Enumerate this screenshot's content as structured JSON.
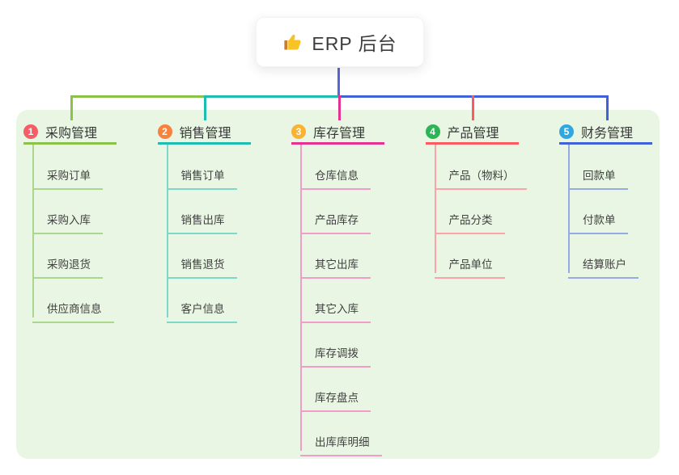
{
  "root": {
    "title": "ERP 后台",
    "icon": "thumbs-up-icon",
    "stem_color": "#5566d6"
  },
  "canvas": {
    "background_color": "#ffffff",
    "panel_color": "#e8f6e3"
  },
  "branches": [
    {
      "num": "1",
      "label": "采购管理",
      "badge_color": "#f65e67",
      "line_color": "#8bc34a",
      "child_line_color": "#abd68d",
      "children": [
        "采购订单",
        "采购入库",
        "采购退货",
        "供应商信息"
      ]
    },
    {
      "num": "2",
      "label": "销售管理",
      "badge_color": "#f9813e",
      "line_color": "#1fbcb2",
      "child_line_color": "#7fd6cb",
      "children": [
        "销售订单",
        "销售出库",
        "销售退货",
        "客户信息"
      ]
    },
    {
      "num": "3",
      "label": "库存管理",
      "badge_color": "#f9b231",
      "line_color": "#e5318f",
      "child_line_color": "#f19cc9",
      "children": [
        "仓库信息",
        "产品库存",
        "其它出库",
        "其它入库",
        "库存调拨",
        "库存盘点",
        "出库库明细"
      ]
    },
    {
      "num": "4",
      "label": "产品管理",
      "badge_color": "#2db456",
      "line_color": "#fa5b60",
      "child_line_color": "#fba3a6",
      "children": [
        "产品（物料）",
        "产品分类",
        "产品单位"
      ]
    },
    {
      "num": "5",
      "label": "财务管理",
      "badge_color": "#2fa7e1",
      "line_color": "#4161d8",
      "child_line_color": "#97abe3",
      "children": [
        "回款单",
        "付款单",
        "结算账户"
      ]
    }
  ]
}
